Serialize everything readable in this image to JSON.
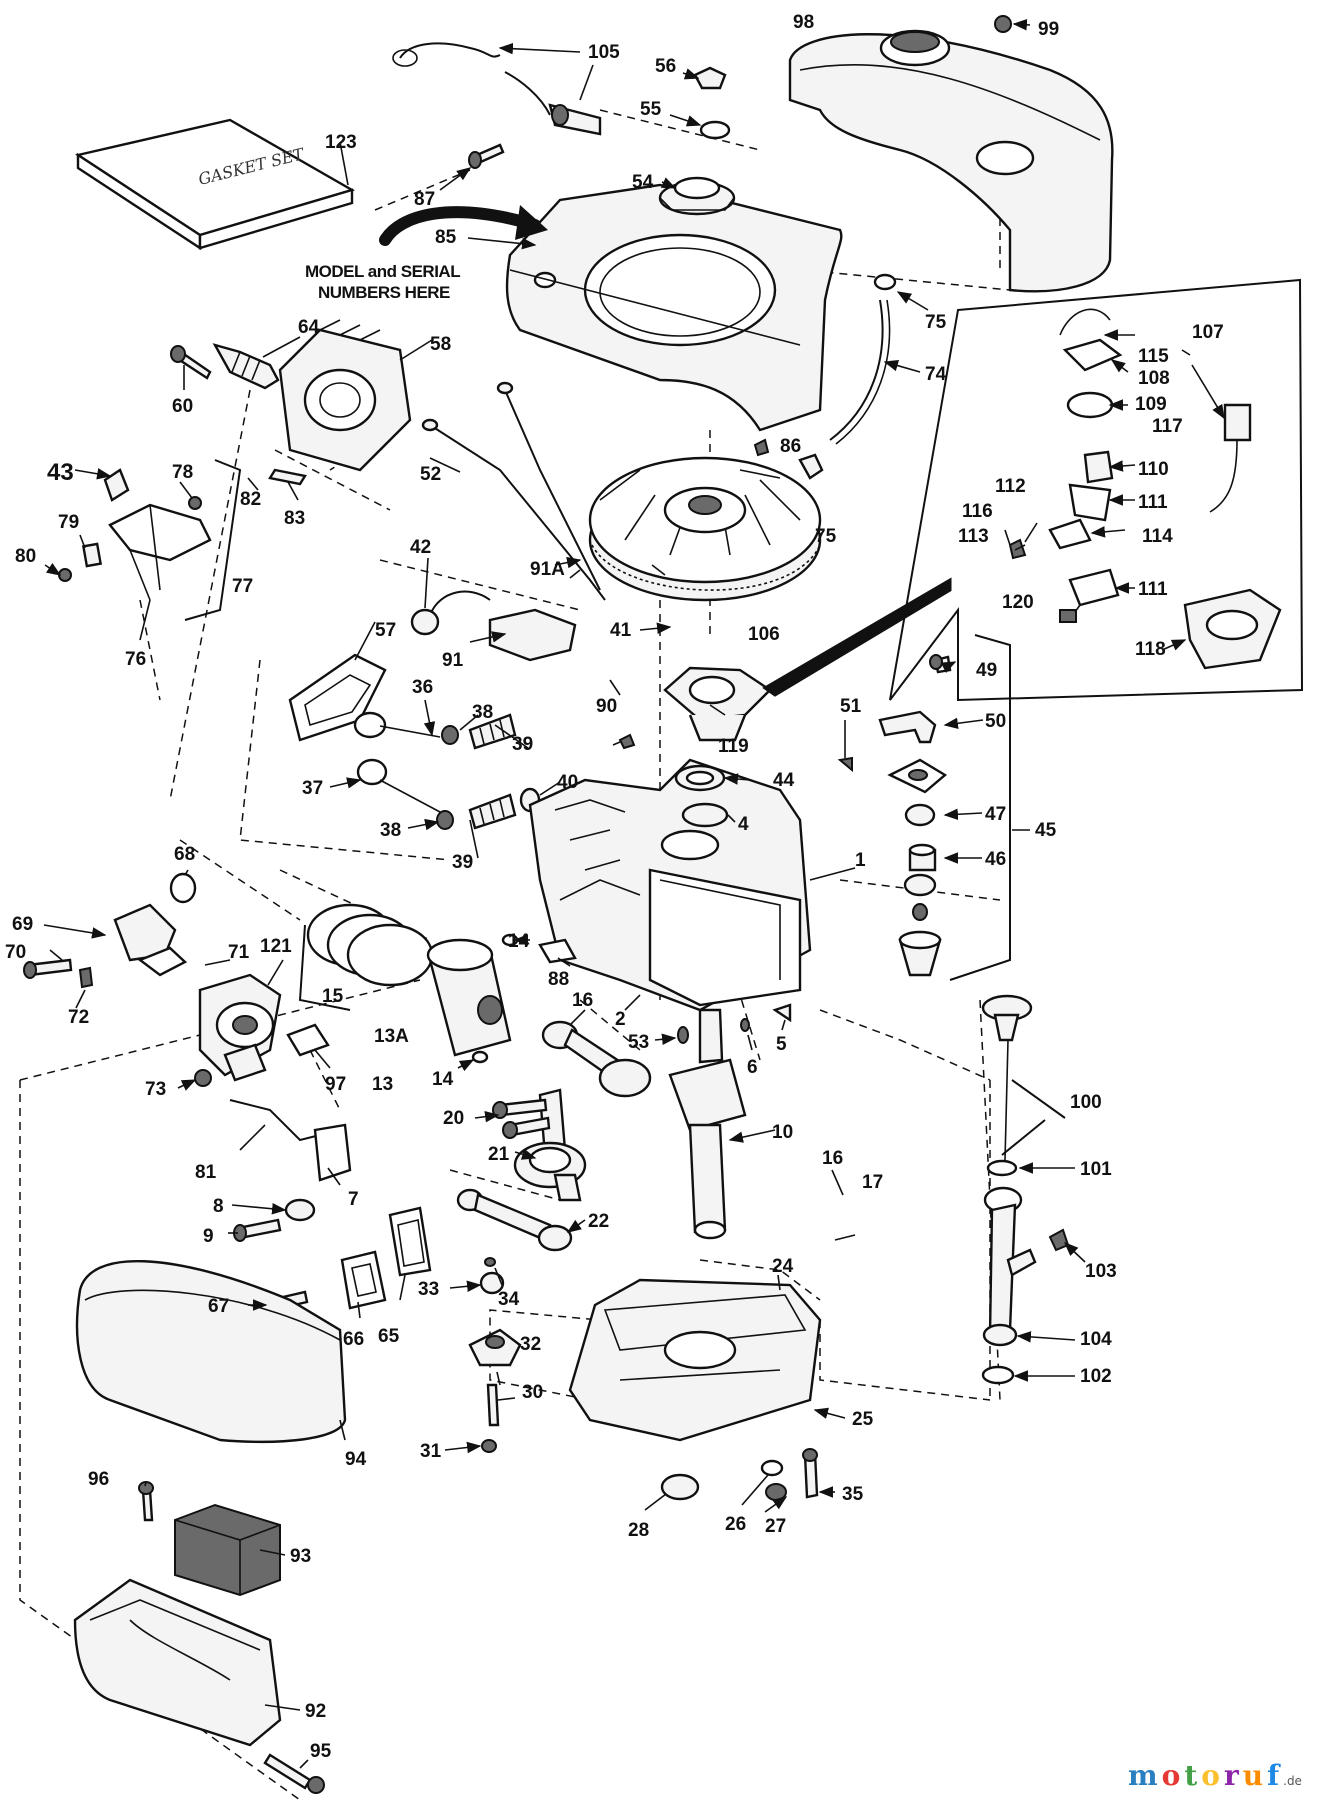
{
  "gasket_set_text": "GASKET SET",
  "model_note": [
    "MODEL and SERIAL",
    "NUMBERS HERE"
  ],
  "watermark": {
    "letters": [
      "m",
      "o",
      "t",
      "o",
      "r",
      "u",
      "f"
    ],
    "letter_colors": [
      "#2a7fc1",
      "#e53935",
      "#43a047",
      "#fbc02d",
      "#8e24aa",
      "#fb8c00",
      "#1e88e5"
    ],
    "suffix": ".de"
  },
  "callouts": [
    "1",
    "2",
    "4",
    "5",
    "6",
    "7",
    "8",
    "9",
    "10",
    "13",
    "13A",
    "14",
    "14",
    "15",
    "16",
    "16",
    "17",
    "20",
    "21",
    "22",
    "24",
    "25",
    "26",
    "27",
    "28",
    "30",
    "31",
    "32",
    "33",
    "34",
    "35",
    "36",
    "37",
    "38",
    "38",
    "39",
    "39",
    "40",
    "41",
    "42",
    "43",
    "44",
    "45",
    "46",
    "47",
    "49",
    "50",
    "51",
    "52",
    "53",
    "54",
    "55",
    "56",
    "57",
    "58",
    "60",
    "64",
    "65",
    "66",
    "67",
    "68",
    "69",
    "70",
    "71",
    "72",
    "73",
    "74",
    "75",
    "75",
    "76",
    "77",
    "78",
    "79",
    "80",
    "81",
    "82",
    "83",
    "85",
    "86",
    "87",
    "88",
    "90",
    "91",
    "91A",
    "92",
    "93",
    "94",
    "95",
    "96",
    "97",
    "98",
    "99",
    "100",
    "101",
    "102",
    "103",
    "104",
    "105",
    "106",
    "107",
    "108",
    "109",
    "110",
    "111",
    "111",
    "112",
    "113",
    "114",
    "115",
    "116",
    "117",
    "118",
    "119",
    "120",
    "121",
    "123"
  ]
}
